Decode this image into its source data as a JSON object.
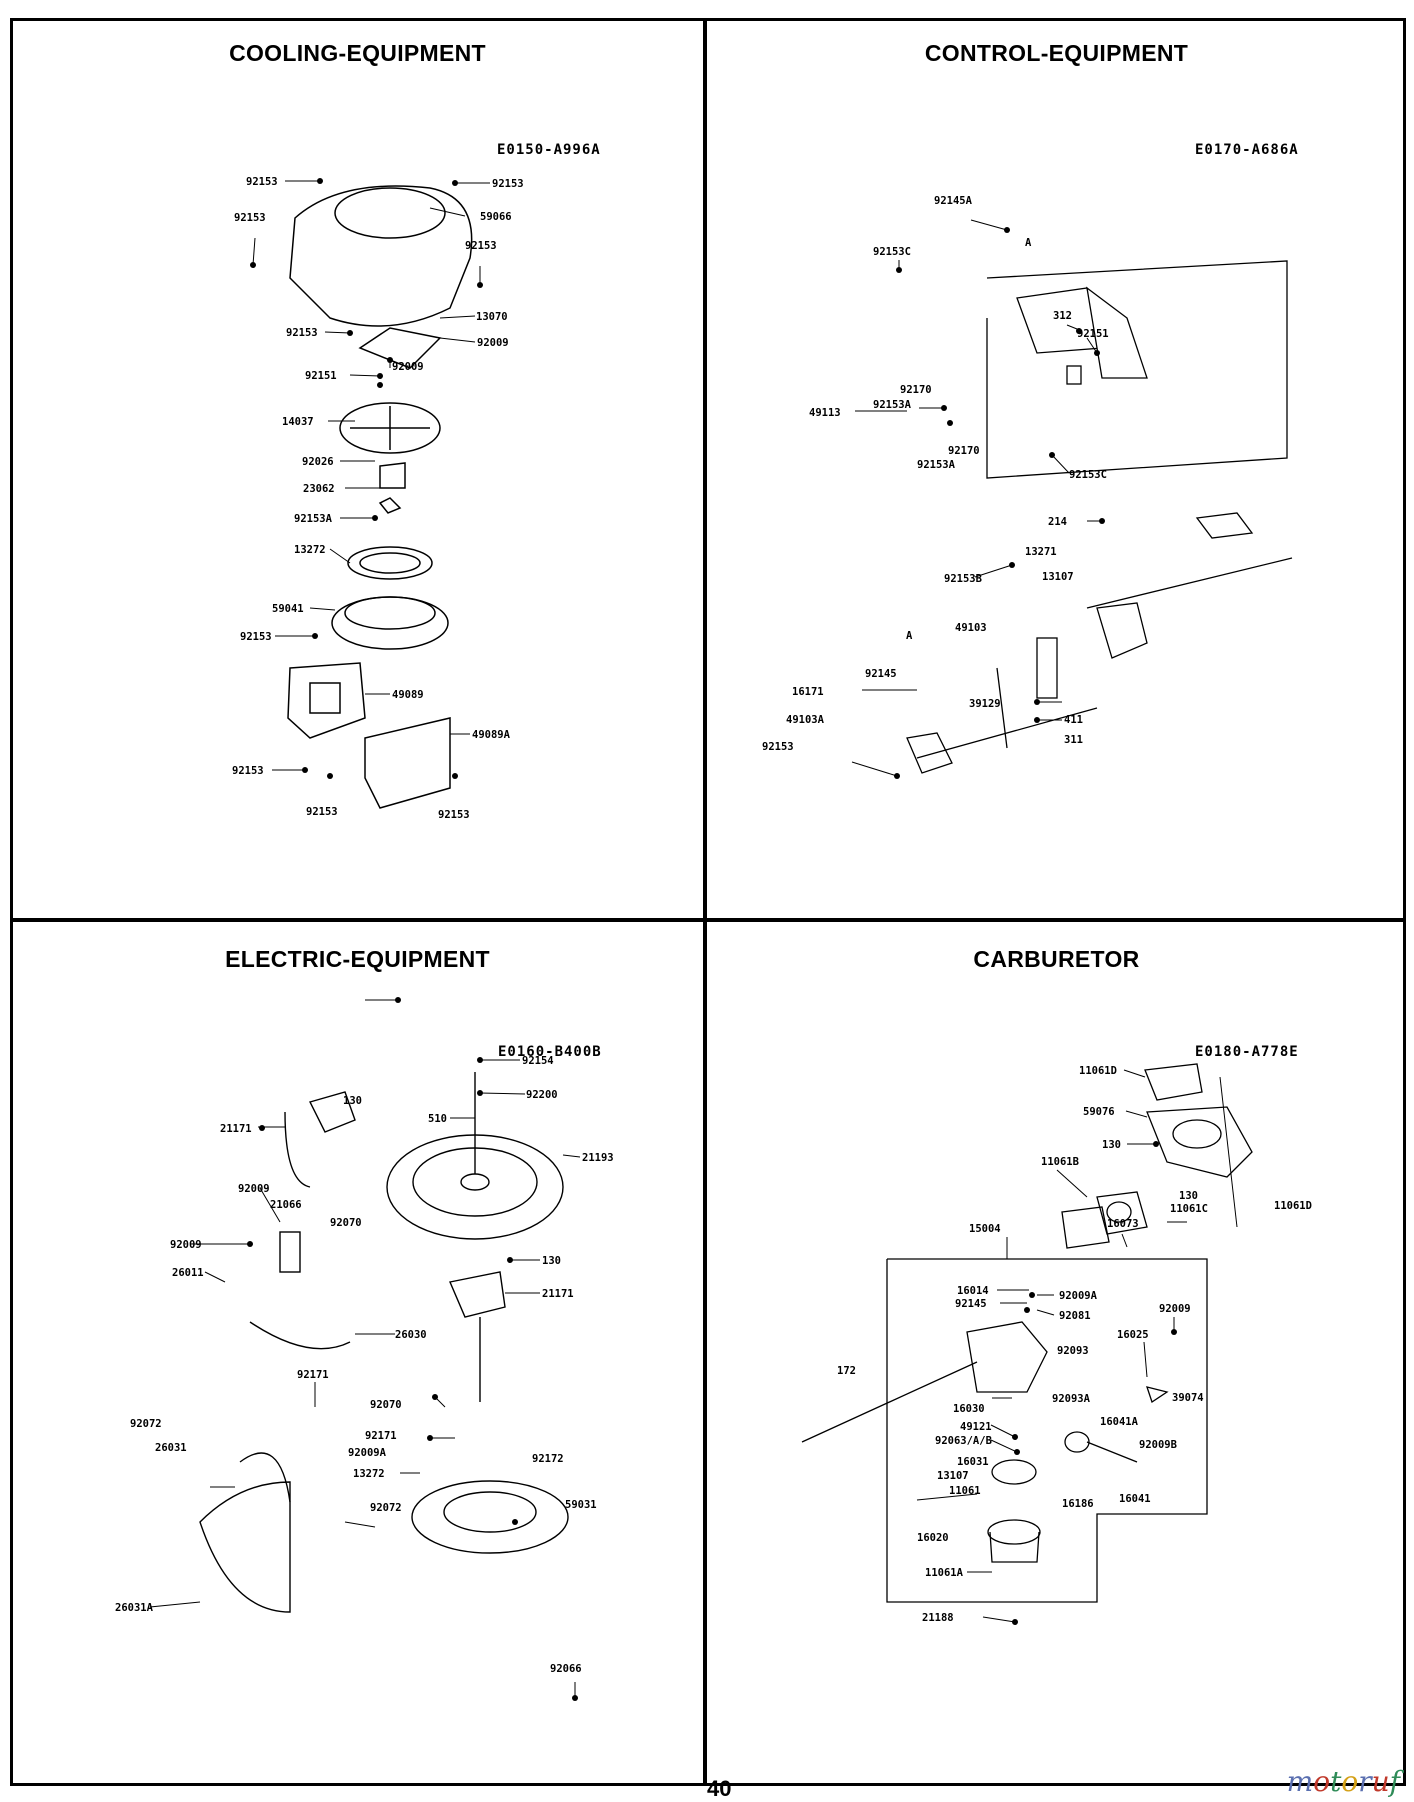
{
  "panels": {
    "cooling": {
      "title": "COOLING-EQUIPMENT",
      "code": "E0150-A996A",
      "labels": [
        "92153",
        "92153",
        "92153",
        "59066",
        "92153",
        "13070",
        "92153",
        "92009",
        "92009",
        "92151",
        "14037",
        "92026",
        "23062",
        "92153A",
        "13272",
        "59041",
        "92153",
        "49089",
        "49089A",
        "92153",
        "92153",
        "92153"
      ]
    },
    "control": {
      "title": "CONTROL-EQUIPMENT",
      "code": "E0170-A686A",
      "labels": [
        "92145A",
        "92153C",
        "A",
        "312",
        "92151",
        "92170",
        "92153A",
        "49113",
        "92170",
        "92153A",
        "92153C",
        "214",
        "13271",
        "92153B",
        "13107",
        "49103",
        "A",
        "92145",
        "16171",
        "39129",
        "49103A",
        "411",
        "92153",
        "311"
      ]
    },
    "electric": {
      "title": "ELECTRIC-EQUIPMENT",
      "code": "E0160-B400B",
      "labels": [
        "92154",
        "130",
        "92200",
        "21171",
        "510",
        "21193",
        "92009",
        "21066",
        "92070",
        "92009",
        "26011",
        "130",
        "21171",
        "26030",
        "92171",
        "92070",
        "92072",
        "92171",
        "26031",
        "92009A",
        "92172",
        "13272",
        "92072",
        "59031",
        "26031A",
        "92066"
      ]
    },
    "carburetor": {
      "title": "CARBURETOR",
      "code": "E0180-A778E",
      "labels": [
        "11061D",
        "59076",
        "130",
        "11061B",
        "11061C",
        "130",
        "11061D",
        "16073",
        "15004",
        "16014",
        "92009A",
        "92145",
        "92081",
        "92009",
        "16025",
        "92093",
        "172",
        "92093A",
        "39074",
        "16030",
        "16041A",
        "49121",
        "92063/A/B",
        "92009B",
        "16031",
        "13107",
        "11061",
        "16186",
        "16041",
        "16020",
        "11061A",
        "21188"
      ]
    }
  },
  "page_number": "40",
  "watermark": {
    "letters": [
      "m",
      "o",
      "t",
      "o",
      "r",
      "u",
      "f"
    ],
    "colors": [
      "#5a6fb0",
      "#c0392b",
      "#2e8b57",
      "#d4a017",
      "#5a6fb0",
      "#c0392b",
      "#2e8b57"
    ]
  }
}
